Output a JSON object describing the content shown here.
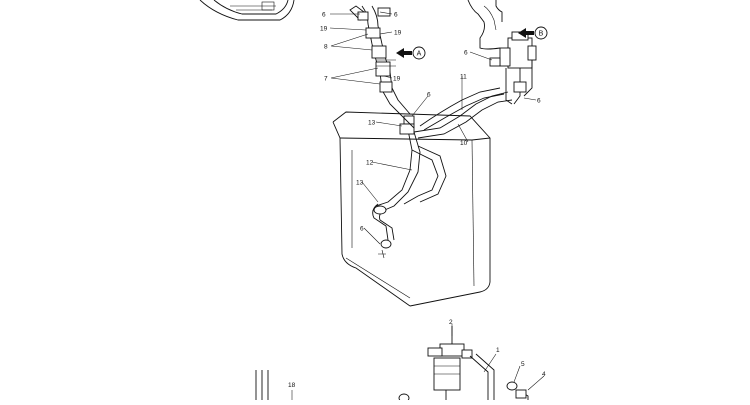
{
  "callouts": {
    "c6a": "6",
    "c6b": "6",
    "c19a": "19",
    "c19b": "19",
    "c8": "8",
    "c6c": "6",
    "c6d": "6",
    "c7": "7",
    "c19c": "19",
    "c11": "11",
    "c6e": "6",
    "c13a": "13",
    "c10": "10",
    "c12": "12",
    "c13b": "13",
    "c6f": "6",
    "c2": "2",
    "c1": "1",
    "c5": "5",
    "c4": "4",
    "c18": "18"
  },
  "views": {
    "a": "A",
    "b": "B"
  }
}
